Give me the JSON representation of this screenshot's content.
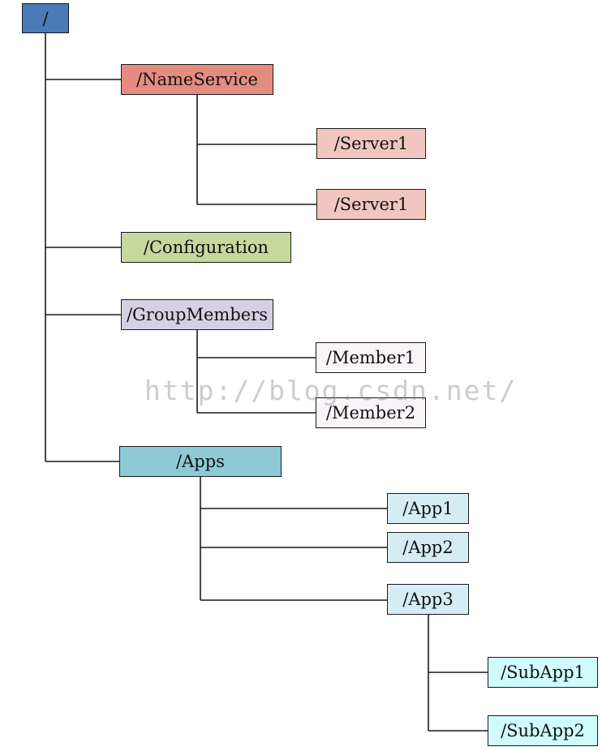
{
  "colors": {
    "root": "#4a7ab8",
    "name_service": "#e58c80",
    "server": "#f2c6c0",
    "configuration": "#c5d99c",
    "group_members": "#d6d0e4",
    "member": "#f8f4f8",
    "apps": "#8ccad6",
    "app": "#d5ecf4",
    "subapp": "#d0fafc"
  },
  "nodes": {
    "root": "/",
    "name_service": "/NameService",
    "server_1": "/Server1",
    "server_2": "/Server1",
    "configuration": "/Configuration",
    "group_members": "/GroupMembers",
    "member_1": "/Member1",
    "member_2": "/Member2",
    "apps": "/Apps",
    "app_1": "/App1",
    "app_2": "/App2",
    "app_3": "/App3",
    "subapp_1": "/SubApp1",
    "subapp_2": "/SubApp2"
  },
  "watermark": "http://blog.csdn.net/"
}
